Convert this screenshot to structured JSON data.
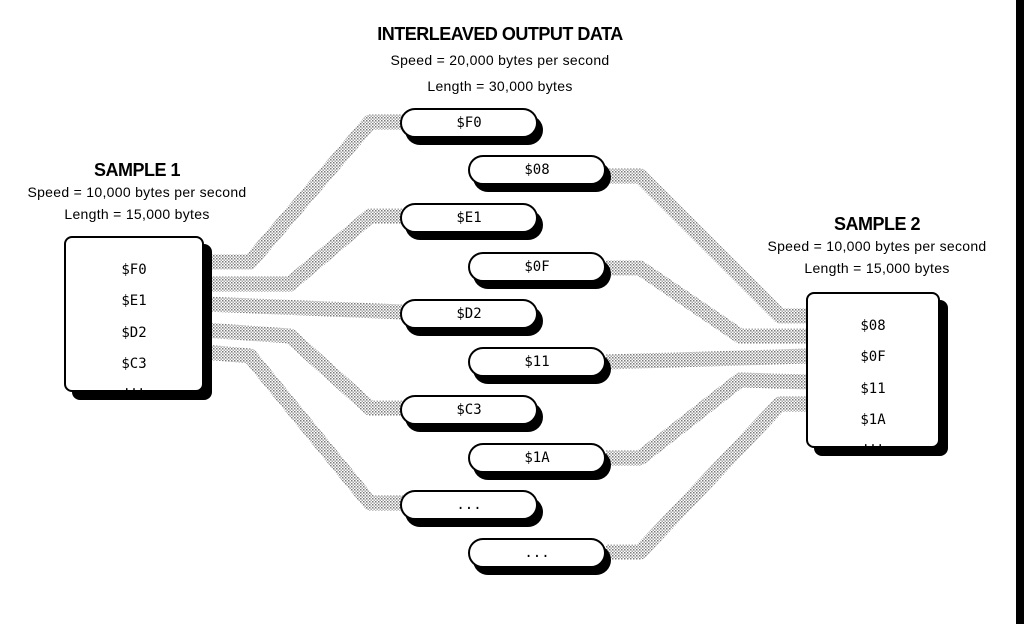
{
  "output": {
    "title": "INTERLEAVED OUTPUT DATA",
    "speed": "Speed = 20,000 bytes per second",
    "length": "Length = 30,000 bytes",
    "items": [
      "$F0",
      "$08",
      "$E1",
      "$0F",
      "$D2",
      "$11",
      "$C3",
      "$1A",
      "...",
      "..."
    ]
  },
  "sample1": {
    "title": "SAMPLE 1",
    "speed": "Speed = 10,000 bytes per second",
    "length": "Length = 15,000 bytes",
    "items": [
      "$F0",
      "$E1",
      "$D2",
      "$C3",
      "..."
    ]
  },
  "sample2": {
    "title": "SAMPLE 2",
    "speed": "Speed = 10,000 bytes per second",
    "length": "Length = 15,000 bytes",
    "items": [
      "$08",
      "$0F",
      "$11",
      "$1A",
      "..."
    ]
  },
  "colors": {
    "line": "#000000",
    "background": "#ffffff",
    "band_pattern": "#9a9a9a"
  }
}
